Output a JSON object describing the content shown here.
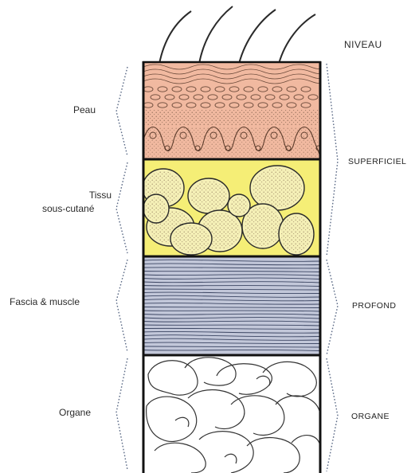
{
  "header": {
    "level_title": "NIVEAU"
  },
  "left_labels": {
    "skin": "Peau",
    "subcutaneous_line1": "Tissu",
    "subcutaneous_line2": "sous-cutané",
    "fascia_muscle": "Fascia & muscle",
    "organ": "Organe"
  },
  "right_labels": {
    "superficial": "SUPERFICIEL",
    "deep": "PROFOND",
    "organ": "ORGANE"
  },
  "colors": {
    "skin": "#f1b9a0",
    "fat_layer": "#f5ee76",
    "fat_cell": "#f4efb6",
    "muscle": "#c2c7d9",
    "organ": "#ffffff",
    "outline": "#111111",
    "brace": "#5b6a86"
  }
}
